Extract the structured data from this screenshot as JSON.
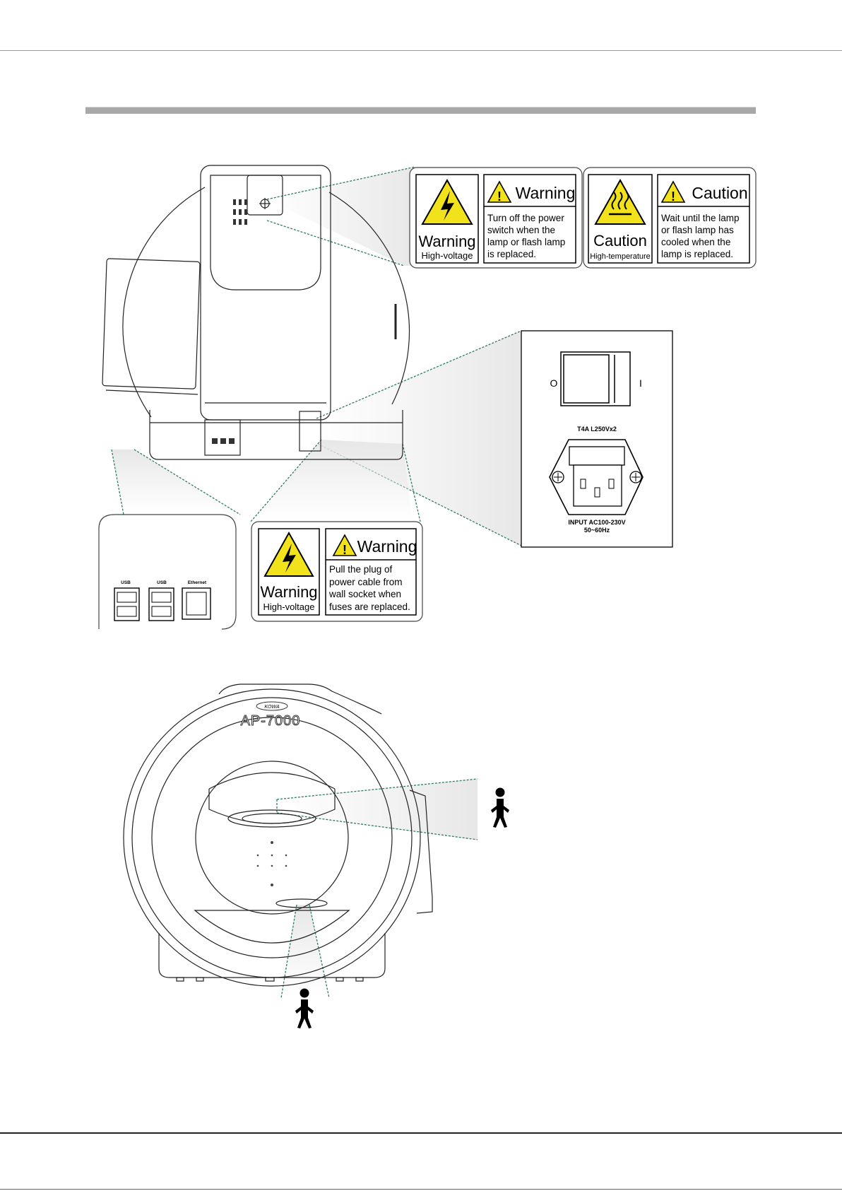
{
  "labels": {
    "label_lamp_warning": {
      "symbol_word": "Warning",
      "symbol_sub": "High-voltage",
      "title": "Warning",
      "lines": [
        "Turn off the power",
        "switch when the",
        "lamp or flash lamp",
        "is replaced."
      ]
    },
    "label_lamp_caution": {
      "symbol_word": "Caution",
      "symbol_sub": "High-temperature",
      "title": "Caution",
      "lines": [
        "Wait until the lamp",
        "or flash lamp has",
        "cooled when the",
        "lamp is replaced."
      ]
    },
    "label_fuse_warning": {
      "symbol_word": "Warning",
      "symbol_sub": "High-voltage",
      "title": "Warning",
      "lines": [
        "Pull the plug of",
        "power cable from",
        "wall socket when",
        "fuses are replaced."
      ]
    }
  },
  "power_panel": {
    "off_mark": "O",
    "on_mark": "I",
    "fuse_rating": "T4A L250Vx2",
    "input_line1": "INPUT AC100-230V",
    "input_line2": "50~60Hz"
  },
  "ports_panel": {
    "usb_label_1": "USB",
    "usb_label_2": "USB",
    "ethernet_label": "Ethernet"
  },
  "front_view": {
    "brand": "KOWA",
    "model": "AP-7000"
  },
  "colors": {
    "warning_yellow": "#f2e21c",
    "callout_line": "#2e7d5b",
    "callout_fill": "#ededed"
  },
  "icons": [
    "high-voltage-icon",
    "hot-surface-icon",
    "exclamation-triangle-icon",
    "type-b-applied-part-icon"
  ]
}
